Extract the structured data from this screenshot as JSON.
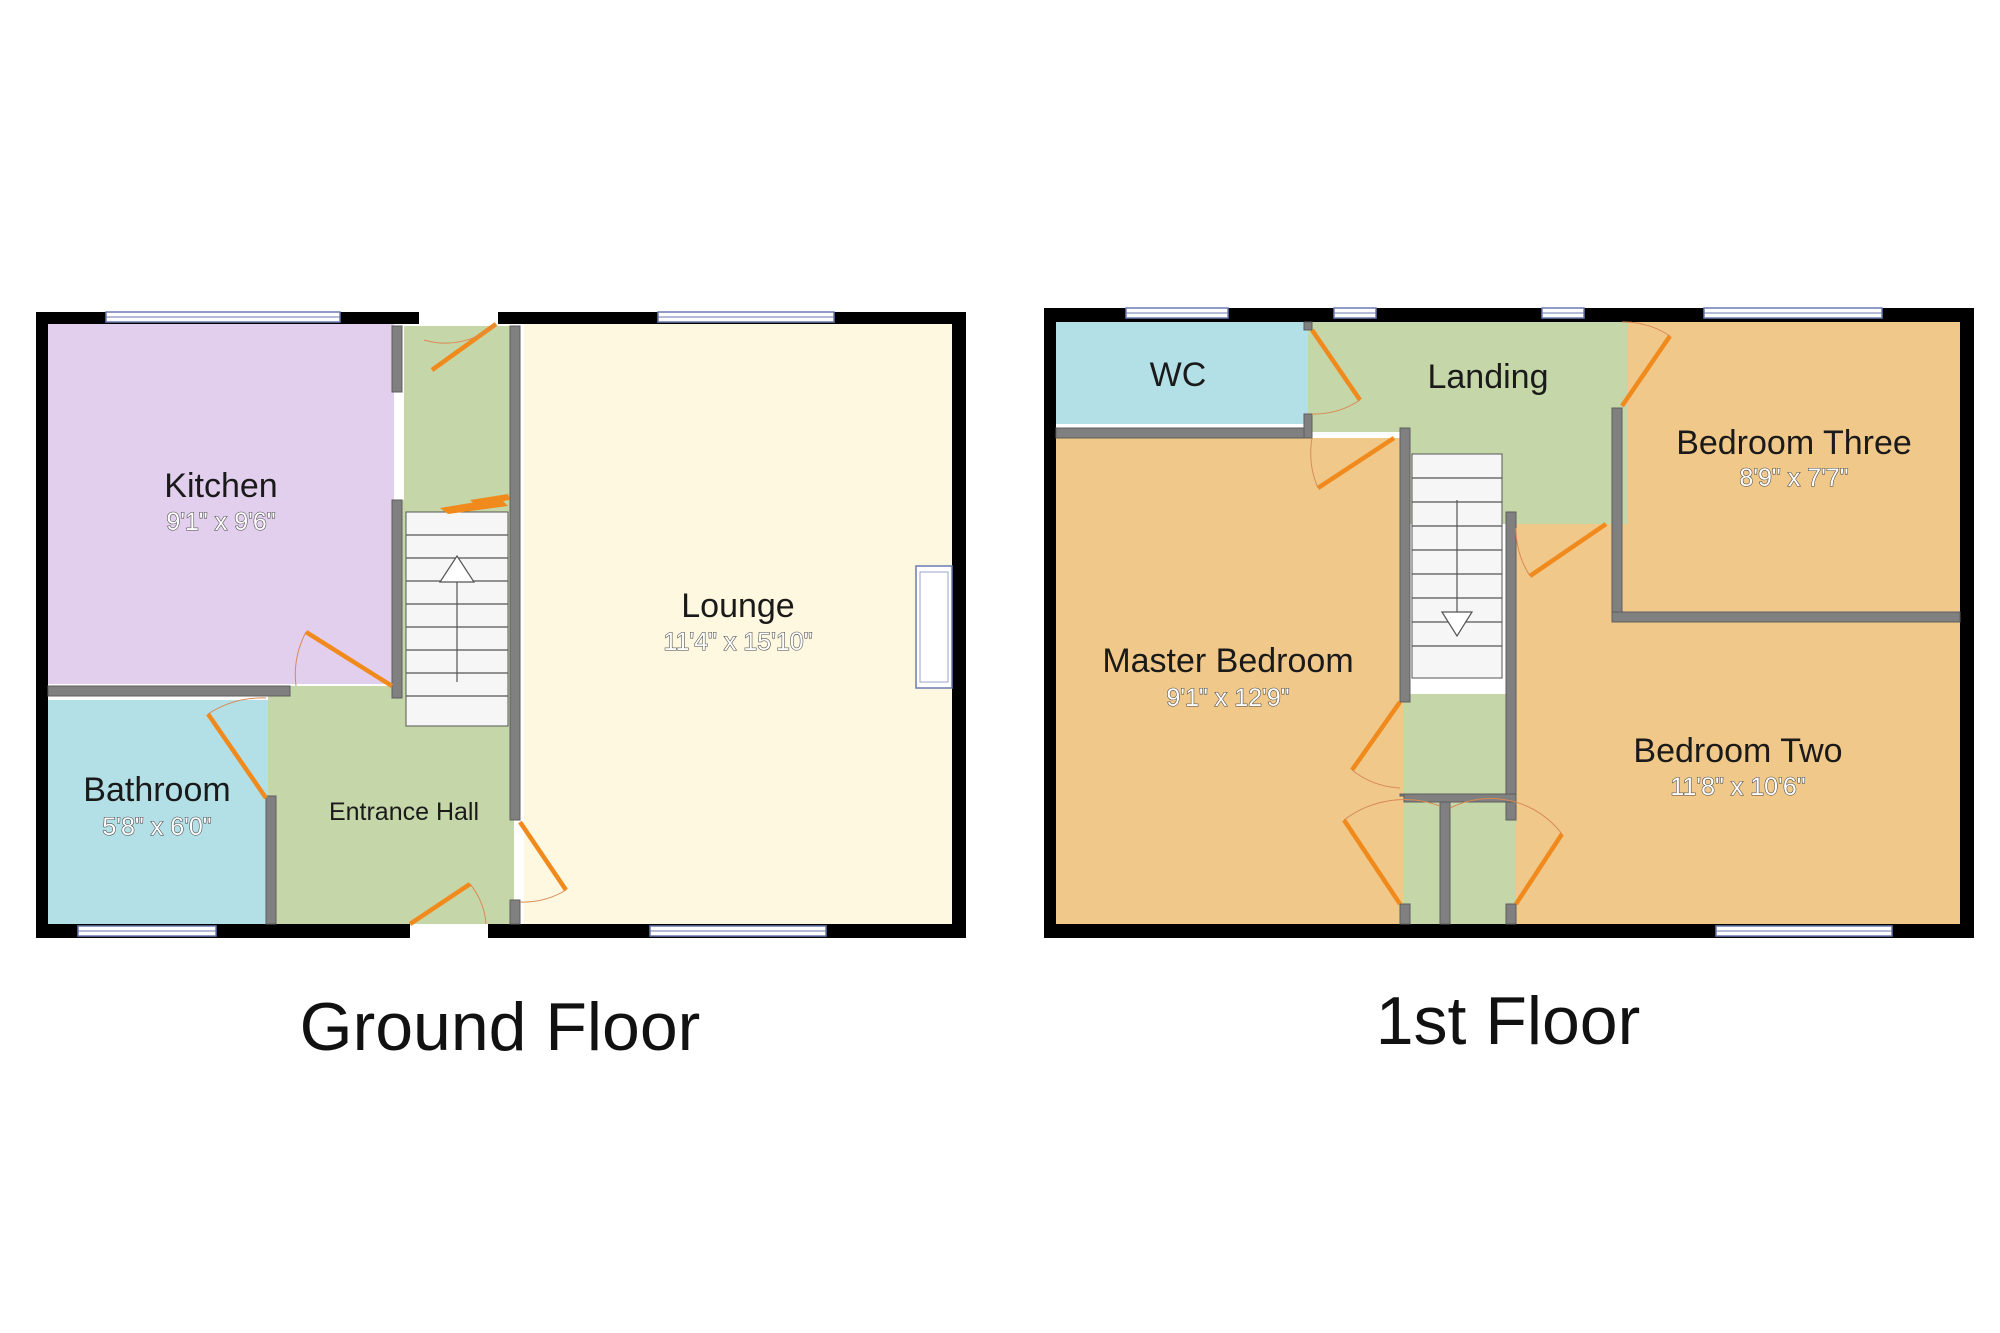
{
  "colors": {
    "kitchen": "#e2cfee",
    "bathroom": "#b3e0e6",
    "hall": "#c5d6a8",
    "lounge": "#fdf8df",
    "wc": "#b3e0e6",
    "landing": "#c5d6a8",
    "bedroom": "#f0c98a",
    "walls": "#000000",
    "internal_walls": "#808080",
    "doors": "#f08a1c",
    "windows": "#6b7ab3"
  },
  "ground_floor": {
    "title": "Ground Floor",
    "rooms": {
      "kitchen": {
        "name": "Kitchen",
        "dims": "9'1\" x 9'6\""
      },
      "bathroom": {
        "name": "Bathroom",
        "dims": "5'8\" x 6'0\""
      },
      "entrance_hall": {
        "name": "Entrance Hall"
      },
      "lounge": {
        "name": "Lounge",
        "dims": "11'4\" x 15'10\""
      }
    },
    "stairs_direction": "up"
  },
  "first_floor": {
    "title": "1st Floor",
    "rooms": {
      "wc": {
        "name": "WC"
      },
      "landing": {
        "name": "Landing"
      },
      "bedroom_three": {
        "name": "Bedroom Three",
        "dims": "8'9\" x 7'7\""
      },
      "master_bedroom": {
        "name": "Master Bedroom",
        "dims": "9'1\" x 12'9\""
      },
      "bedroom_two": {
        "name": "Bedroom Two",
        "dims": "11'8\" x 10'6\""
      }
    },
    "stairs_direction": "down"
  }
}
